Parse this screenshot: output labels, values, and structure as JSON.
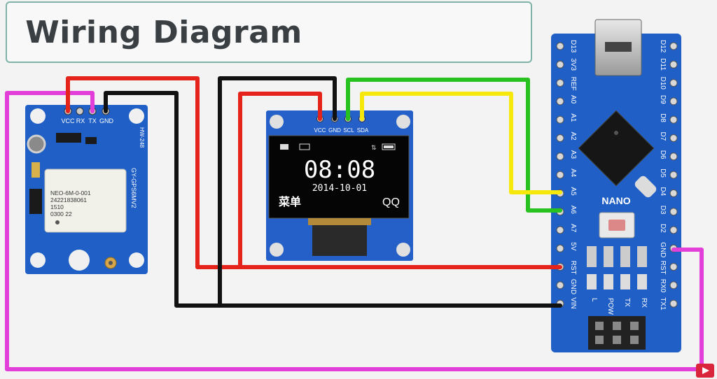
{
  "title": "Wiring Diagram",
  "gps": {
    "pins": [
      "VCC",
      "RX",
      "TX",
      "GND"
    ],
    "side_label": "GY-GPS6MV2",
    "board_id": "HW-248",
    "module_lines": [
      "NEO-6M-0-001",
      "24221838061",
      "1510",
      "0300 22"
    ]
  },
  "oled": {
    "pins": [
      "VCC",
      "GND",
      "SCL",
      "SDA"
    ],
    "time": "08:08",
    "date": "2014-10-01",
    "menu": "菜单",
    "app": "QQ"
  },
  "nano": {
    "label": "NANO",
    "left_pins": [
      "D13",
      "3V3",
      "REF",
      "A0",
      "A1",
      "A2",
      "A3",
      "A4",
      "A5",
      "A6",
      "A7",
      "5V",
      "RST",
      "GND",
      "VIN"
    ],
    "right_pins": [
      "D12",
      "D11",
      "D10",
      "D9",
      "D8",
      "D7",
      "D6",
      "D5",
      "D4",
      "D3",
      "D2",
      "GND",
      "RST",
      "RX0",
      "TX1"
    ],
    "led_labels": [
      "L",
      "POW",
      "TX",
      "RX"
    ]
  },
  "colors": {
    "red": "#e4231b",
    "black": "#111111",
    "green": "#27c21f",
    "yellow": "#f5e80a",
    "magenta": "#e23fd9",
    "board_blue": "#1f5fc6",
    "oled_blue": "#2460c8"
  }
}
